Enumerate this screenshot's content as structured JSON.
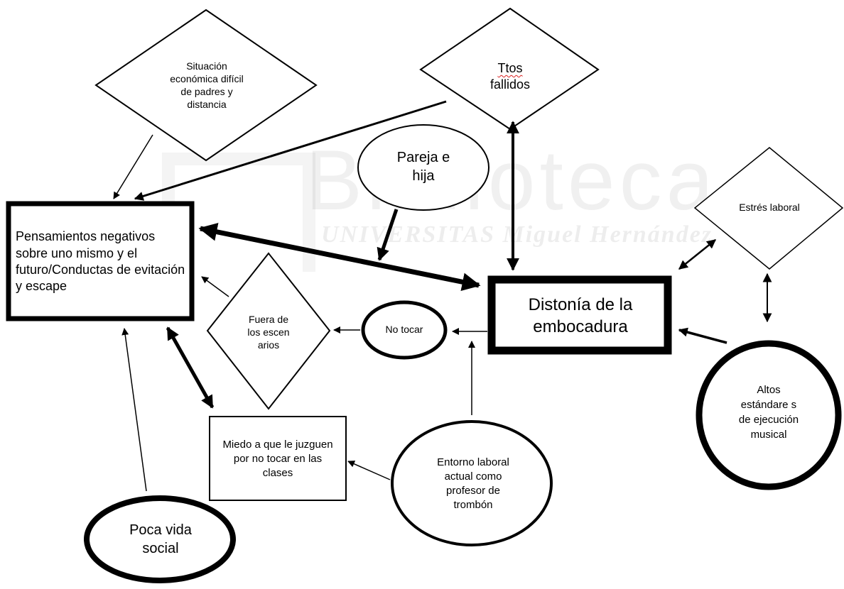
{
  "nodes": {
    "situacion": "Situación económica difícil de padres y distancia",
    "ttos_word": "Ttos",
    "ttos_rest": "fallidos",
    "pareja": "Pareja e hija",
    "pensamientos": "Pensamientos negativos sobre uno mismo y el futuro/Conductas de evitación y escape",
    "distonia": "Distonía de la embocadura",
    "estres": "Estrés laboral",
    "fuera": "Fuera de los escen arios",
    "no_tocar": "No tocar",
    "altos": "Altos estándare s de ejecución musical",
    "miedo": "Miedo a que le juzguen por no tocar en las clases",
    "entorno": "Entorno laboral actual como profesor de trombón",
    "poca": "Poca vida social"
  },
  "watermark": {
    "line1": "Biblioteca",
    "line2": "UNIVERSITAS Miguel Hernández"
  },
  "colors": {
    "stroke": "#000000",
    "background": "#ffffff",
    "spellcheck_underline": "#d92020"
  }
}
